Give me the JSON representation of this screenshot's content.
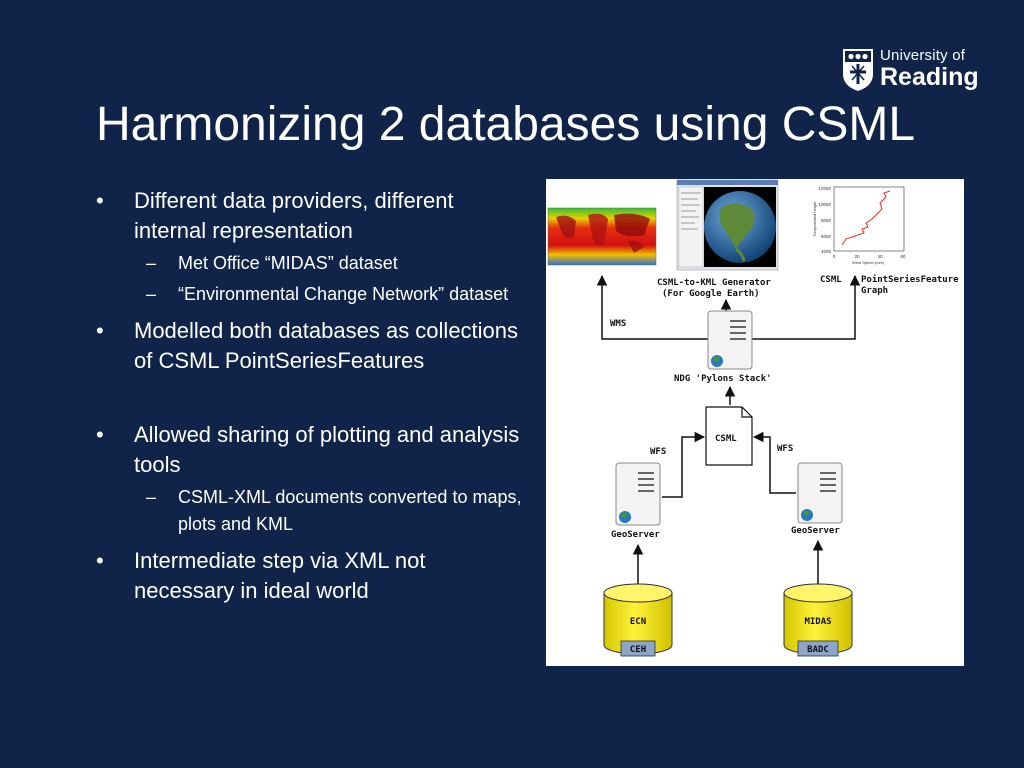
{
  "logo": {
    "line1": "University of",
    "line2": "Reading"
  },
  "slide": {
    "title": "Harmonizing 2 databases using CSML"
  },
  "bullets": [
    {
      "text": "Different data providers, different internal representation",
      "sub": [
        "Met Office “MIDAS” dataset",
        "“Environmental Change Network” dataset"
      ]
    },
    {
      "text": "Modelled both databases as collections of  CSML PointSeriesFeatures",
      "sub": []
    },
    {
      "text": "Allowed sharing of plotting and analysis tools",
      "sub": [
        "CSML-XML documents converted to maps, plots and KML"
      ]
    },
    {
      "text": "Intermediate step via XML not necessary in ideal world",
      "sub": []
    }
  ],
  "diagram": {
    "wms": "WMS",
    "kml_generator_line1": "CSML-to-KML Generator",
    "kml_generator_line2": "(For Google Earth)",
    "csml_graph": "CSML",
    "graph_line1": "PointSeriesFeature",
    "graph_line2": "Graph",
    "stack": "NDG 'Pylons Stack'",
    "csml_doc": "CSML",
    "wfs_left": "WFS",
    "wfs_right": "WFS",
    "geoserver_left": "GeoServer",
    "geoserver_right": "GeoServer",
    "db_left": "ECN",
    "db_left_owner": "CEH",
    "db_right": "MIDAS",
    "db_right_owner": "BADC",
    "graph_y_ticks": [
      "12000",
      "10000",
      "8000",
      "6000",
      "4000"
    ],
    "graph_x_ticks": [
      "0",
      "20",
      "40",
      "60"
    ],
    "graph_ylabel": "Geopotential height",
    "graph_xlabel": "Wind Speed (m/s)",
    "graph_series_color": "#e03020"
  }
}
